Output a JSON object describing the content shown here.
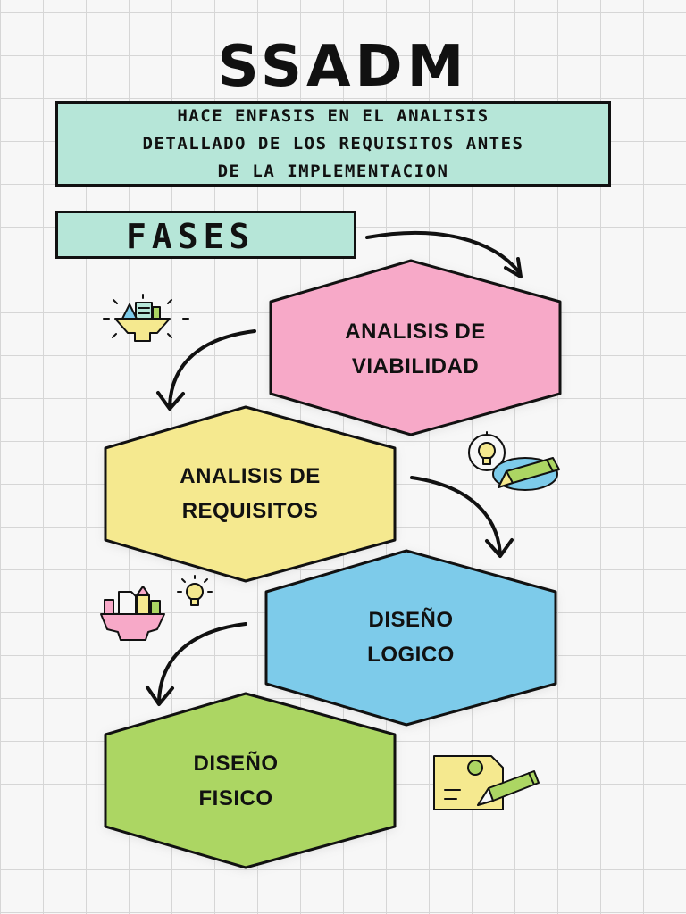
{
  "title": "SSADM",
  "description": {
    "line1": "HACE ENFASIS EN EL ANALISIS",
    "line2": "DETALLADO DE LOS REQUISITOS ANTES",
    "line3": "DE LA IMPLEMENTACION"
  },
  "fases_label": "FASES",
  "phases": [
    {
      "line1": "ANALISIS DE",
      "line2": "VIABILIDAD",
      "color": "#f7a9c8"
    },
    {
      "line1": "ANALISIS DE",
      "line2": "REQUISITOS",
      "color": "#f5e98f"
    },
    {
      "line1": "DISEÑO",
      "line2": "LOGICO",
      "color": "#7dcbea"
    },
    {
      "line1": "DISEÑO",
      "line2": "FISICO",
      "color": "#acd663"
    }
  ],
  "colors": {
    "accent_box": "#b6e6d8",
    "outline": "#111111",
    "grid": "#d6d6d6"
  },
  "icons": [
    "idea-cup-icon",
    "lightbulb-pencil-icon",
    "lightbulb-cup-icon",
    "document-pencil-icon"
  ]
}
